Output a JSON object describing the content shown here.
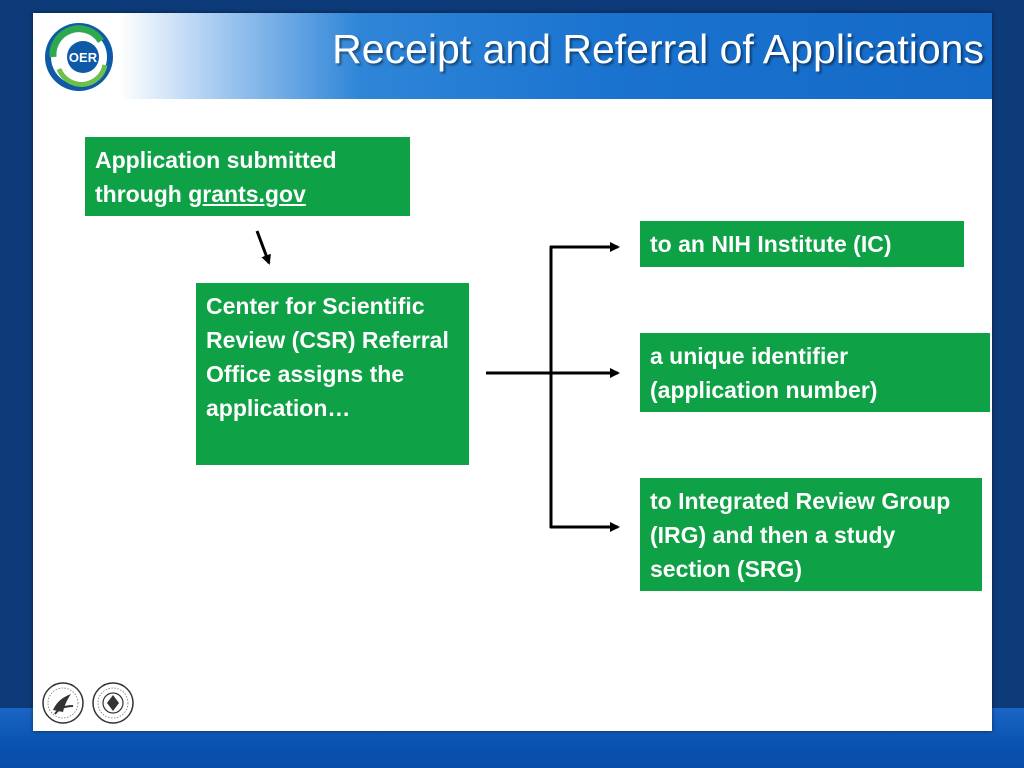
{
  "slide": {
    "title": "Receipt and Referral of Applications",
    "logo_text": "OER"
  },
  "boxes": {
    "submitted_line1": "Application submitted",
    "submitted_line2_prefix": "through ",
    "submitted_link": "grants.gov",
    "csr_text": "Center for Scientific Review (CSR) Referral Office assigns the application…",
    "target_ic": "to an NIH Institute (IC)",
    "target_id": "a unique identifier (application number)",
    "target_irg": "to Integrated Review Group (IRG) and then a study section (SRG)"
  },
  "colors": {
    "box_green": "#0ea145",
    "header_blue": "#1569c7",
    "background_navy": "#0d3a78"
  },
  "icons": [
    "oer-logo-icon",
    "hhs-seal-icon",
    "nih-seal-icon"
  ]
}
